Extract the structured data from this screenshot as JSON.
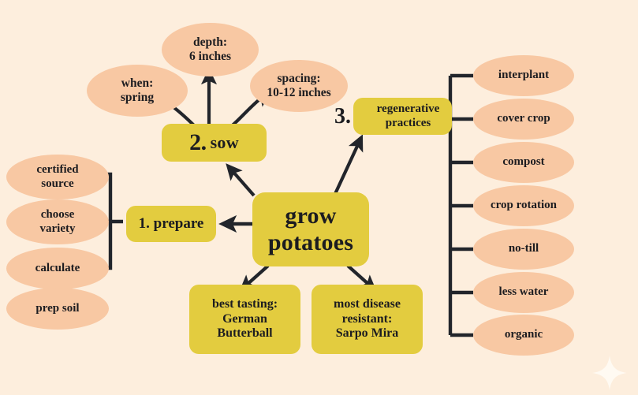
{
  "diagram": {
    "title": "grow potatoes mind map",
    "background_color": "#fdeedd",
    "box_color": "#e3cc3f",
    "ellipse_color": "#f8c8a3",
    "line_color": "#22252b",
    "text_color": "#1c1c20"
  },
  "central": {
    "line1": "grow",
    "line2": "potatoes"
  },
  "steps": {
    "prepare": {
      "number": "1.",
      "label": "prepare",
      "full": "1. prepare"
    },
    "sow": {
      "number": "2.",
      "label": "sow"
    },
    "regenerative": {
      "number": "3.",
      "line1": "regenerative",
      "line2": "practices"
    }
  },
  "prepare_items": [
    {
      "line1": "certified",
      "line2": "source",
      "connected": "true"
    },
    {
      "line1": "choose",
      "line2": "variety",
      "connected": "true"
    },
    {
      "line1": "calculate",
      "line2": "",
      "connected": "true"
    },
    {
      "line1": "prep soil",
      "line2": "",
      "connected": "false"
    }
  ],
  "sow_items": [
    {
      "line1": "when:",
      "line2": "spring"
    },
    {
      "line1": "depth:",
      "line2": "6 inches"
    },
    {
      "line1": "spacing:",
      "line2": "10-12 inches"
    }
  ],
  "regenerative_items": [
    {
      "label": "interplant"
    },
    {
      "label": "cover crop"
    },
    {
      "label": "compost"
    },
    {
      "label": "crop rotation"
    },
    {
      "label": "no-till"
    },
    {
      "label": "less water"
    },
    {
      "label": "organic"
    }
  ],
  "variety_tips": [
    {
      "line1": "best tasting:",
      "line2": "German",
      "line3": "Butterball"
    },
    {
      "line1": "most disease",
      "line2": "resistant:",
      "line3": "Sarpo Mira"
    }
  ],
  "decor": {
    "sparkle": "sparkle-star"
  }
}
